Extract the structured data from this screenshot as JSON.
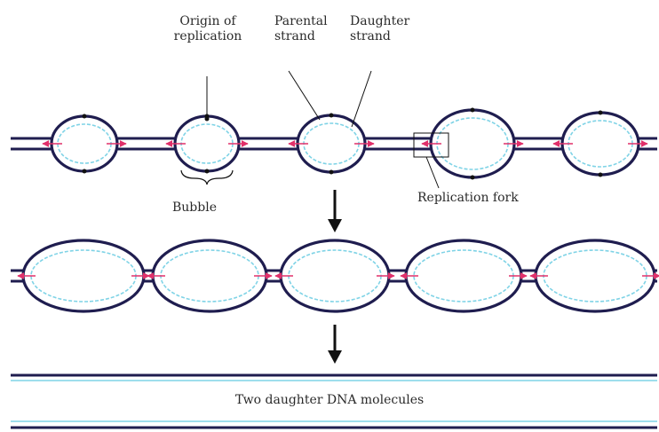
{
  "labels": {
    "origin_line1": "Origin of",
    "origin_line2": "replication",
    "parental_line1": "Parental",
    "parental_line2": "strand",
    "daughter_line1": "Daughter",
    "daughter_line2": "strand",
    "bubble": "Bubble",
    "replication_fork": "Replication fork",
    "two_daughter": "Two daughter DNA molecules"
  },
  "colors": {
    "parental": "#1f1d4f",
    "daughter": "#7fd3e6",
    "arrow": "#e0306a",
    "bubble_fill": "#ffffff",
    "text": "#2a2a2a"
  }
}
